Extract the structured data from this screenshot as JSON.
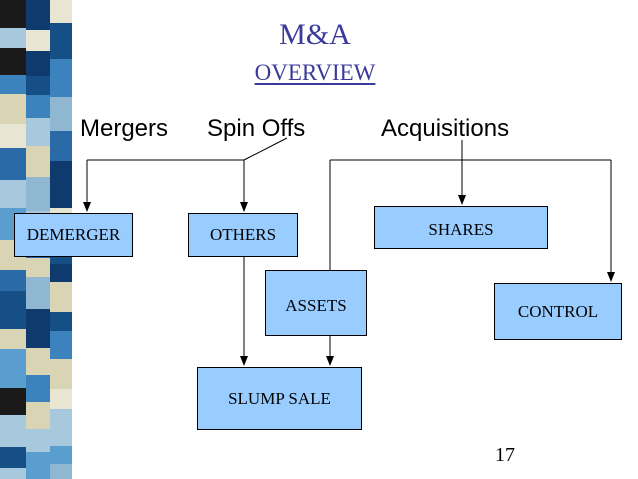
{
  "slide": {
    "title": "M&A",
    "subtitle": "OVERVIEW",
    "page_number": "17"
  },
  "headings": {
    "mergers": "Mergers",
    "spin_offs": "Spin Offs",
    "acquisitions": "Acquisitions"
  },
  "nodes": {
    "demerger": "DEMERGER",
    "others": "OTHERS",
    "shares": "SHARES",
    "assets": "ASSETS",
    "control": "CONTROL",
    "slump_sale": "SLUMP SALE"
  },
  "colors": {
    "box_fill": "#99ccff",
    "title": "#3a3a9a",
    "strip_palette": [
      "#2a6aa6",
      "#5a9ecf",
      "#a8c8de",
      "#0f3a6e",
      "#d8d4b4",
      "#1a1a1a",
      "#8fb7d1",
      "#e8e6d2",
      "#3c83bd",
      "#164f86"
    ]
  }
}
